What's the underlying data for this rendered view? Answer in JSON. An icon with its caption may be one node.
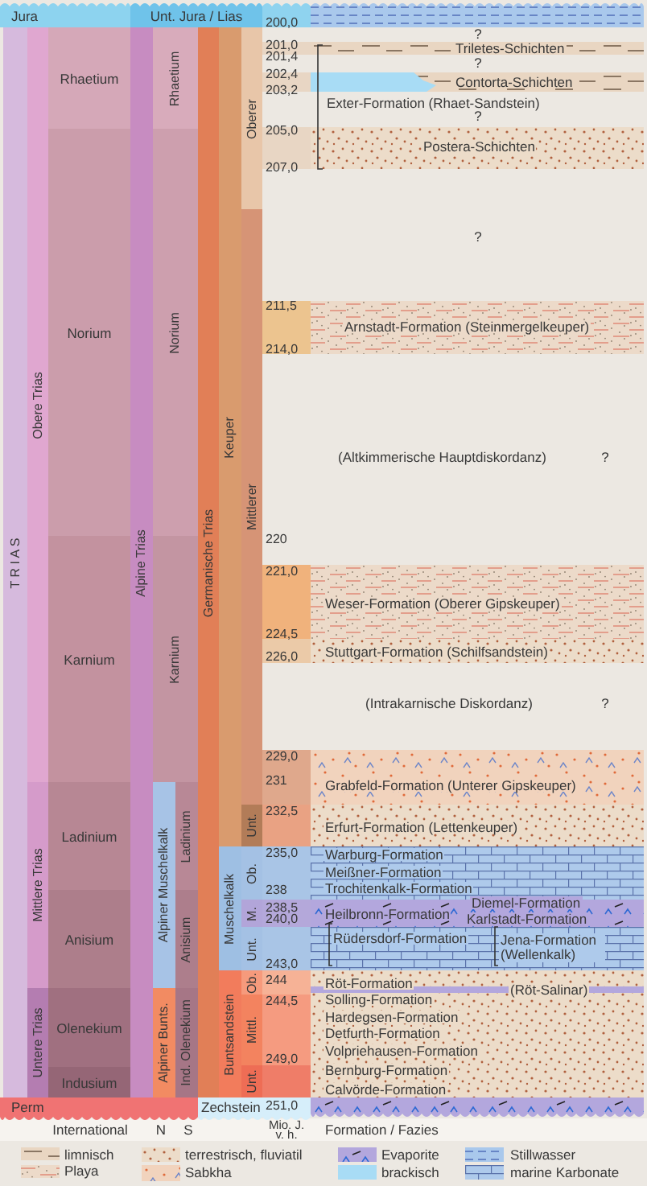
{
  "diagram": {
    "nodes": [
      {
        "text": [
          "Jura"
        ]
      },
      {
        "text": [
          "Unt. Jura / Lias"
        ]
      },
      {
        "text": [
          "T R I A S"
        ]
      },
      {
        "text": [
          "Obere Trias"
        ]
      },
      {
        "text": [
          "Mittlere Trias"
        ]
      },
      {
        "text": [
          "Untere Trias"
        ]
      },
      {
        "text": [
          "Rhaetium"
        ]
      },
      {
        "text": [
          "Norium"
        ]
      },
      {
        "text": [
          "Karnium"
        ]
      },
      {
        "text": [
          "Ladinium"
        ]
      },
      {
        "text": [
          "Anisium"
        ]
      },
      {
        "text": [
          "Olenekium"
        ]
      },
      {
        "text": [
          "Indusium"
        ]
      },
      {
        "text": [
          "Alpine Trias"
        ]
      },
      {
        "text": [
          "Rhaetium"
        ]
      },
      {
        "text": [
          "Norium"
        ]
      },
      {
        "text": [
          "Karnium"
        ]
      },
      {
        "text": [
          "Alpiner Muschelkalk"
        ]
      },
      {
        "text": [
          "Ladinium"
        ]
      },
      {
        "text": [
          "Anisium"
        ]
      },
      {
        "text": [
          "Alpiner Bunts."
        ]
      },
      {
        "text": [
          "Ind. Olenekium"
        ]
      },
      {
        "text": [
          "Germanische Trias"
        ]
      },
      {
        "text": [
          "Keuper"
        ]
      },
      {
        "text": [
          "Muschelkalk"
        ]
      },
      {
        "text": [
          "Buntsandstein"
        ]
      },
      {
        "text": [
          "Oberer"
        ]
      },
      {
        "text": [
          "Mittlerer"
        ]
      },
      {
        "text": [
          "Unt."
        ]
      },
      {
        "text": [
          "Ob."
        ]
      },
      {
        "text": [
          "M."
        ]
      },
      {
        "text": [
          "Unt."
        ]
      },
      {
        "text": [
          "Ob."
        ]
      },
      {
        "text": [
          "Mittl."
        ]
      },
      {
        "text": [
          "Unt."
        ]
      },
      {
        "text": [
          "Perm"
        ]
      },
      {
        "text": [
          "Zechstein"
        ]
      },
      {
        "text": [],
        "shape": "box"
      },
      {
        "text": [
          "Triletes-Schichten"
        ]
      },
      {
        "text": [
          "Contorta-Schichten"
        ]
      },
      {
        "text": [
          "Postera-Schichten"
        ]
      },
      {
        "text": [
          "Arnstadt-Formation (Steinmergelkeuper)"
        ]
      },
      {
        "text": [
          "Weser-Formation (Oberer Gipskeuper)"
        ]
      },
      {
        "text": [
          "Stuttgart-Formation (Schilfsandstein)"
        ]
      },
      {
        "text": [
          "Grabfeld-Formation (Unterer Gipskeuper)"
        ]
      },
      {
        "text": [
          "Erfurt-Formation (Lettenkeuper)"
        ]
      },
      {
        "text": [
          "Warburg-Formation",
          "Meißner-Formation",
          "Trochitenkalk-Formation",
          "Diemel-Formation",
          "Heilbronn-Formation",
          "Karlstadt-Formation",
          "Rüdersdorf-Formation",
          "Jena-Formation (Wellenkalk)"
        ]
      },
      {
        "text": [
          "Röt-Formation",
          "(Röt-Salinar)",
          "Solling-Formation",
          "Hardegsen-Formation",
          "Detfurth-Formation",
          "Volpriehausen-Formation",
          "Bernburg-Formation",
          "Calvörde-Formation"
        ]
      },
      {
        "text": [],
        "shape": "box"
      }
    ],
    "labels": [
      "200,0",
      "?",
      "201,0",
      "201,4",
      "?",
      "202,4",
      "203,2",
      "Exter-Formation (Rhaet-Sandstein)",
      "?",
      "205,0",
      "207,0",
      "?",
      "211,5",
      "214,0",
      "(Altkimmerische Hauptdiskordanz)",
      "?",
      "220",
      "221,0",
      "224,5",
      "226,0",
      "(Intrakarnische Diskordanz)",
      "?",
      "229,0",
      "231",
      "232,5",
      "235,0",
      "238",
      "238,5",
      "240,0",
      "243,0",
      "244",
      "244,5",
      "249,0",
      "251,0",
      "International",
      "N",
      "S",
      "Mio. J. v. h.",
      "Formation / Fazies"
    ],
    "legend": [
      {
        "text": "limnisch"
      },
      {
        "text": "Playa"
      },
      {
        "text": "terrestrisch, fluviatil"
      },
      {
        "text": "Sabkha"
      },
      {
        "text": "Evaporite"
      },
      {
        "text": "brackisch",
        "color": "#a8dcf5"
      },
      {
        "text": "Stillwasser"
      },
      {
        "text": "marine Karbonate"
      }
    ]
  }
}
